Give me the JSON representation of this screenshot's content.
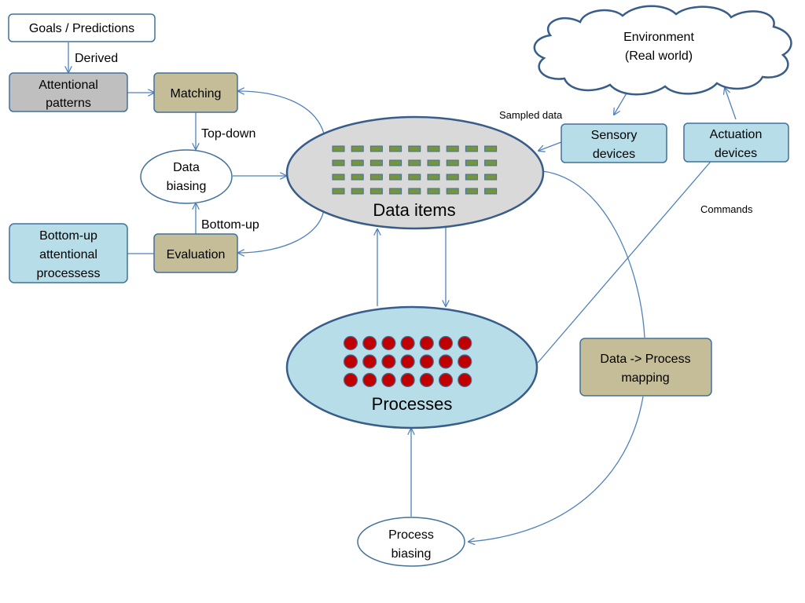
{
  "nodes": {
    "goals": "Goals / Predictions",
    "attentional_patterns": [
      "Attentional",
      "patterns"
    ],
    "matching": "Matching",
    "data_biasing": [
      "Data",
      "biasing"
    ],
    "evaluation": "Evaluation",
    "bottom_up_processes": [
      "Bottom-up",
      "attentional",
      "processess"
    ],
    "data_items": "Data items",
    "processes": "Processes",
    "environment": [
      "Environment",
      "(Real world)"
    ],
    "sensory_devices": [
      "Sensory",
      "devices"
    ],
    "actuation_devices": [
      "Actuation",
      "devices"
    ],
    "data_process_mapping": [
      "Data -> Process",
      "mapping"
    ],
    "process_biasing": [
      "Process",
      "biasing"
    ]
  },
  "edge_labels": {
    "derived": "Derived",
    "top_down": "Top-down",
    "bottom_up": "Bottom-up",
    "sampled_data": "Sampled data",
    "commands": "Commands"
  },
  "colors": {
    "line": "#4f81bd",
    "node_border": "#41719c",
    "light_blue": "#b7dde8",
    "tan": "#c4bd97",
    "gray": "#bfbfbf",
    "data_ellipse": "#d9d9d9",
    "data_item_fill": "#77933c",
    "process_dot_fill": "#c00000"
  },
  "data_item_grid": {
    "rows": 4,
    "cols": 9
  },
  "process_dot_grid": {
    "rows": 3,
    "cols": 7
  }
}
